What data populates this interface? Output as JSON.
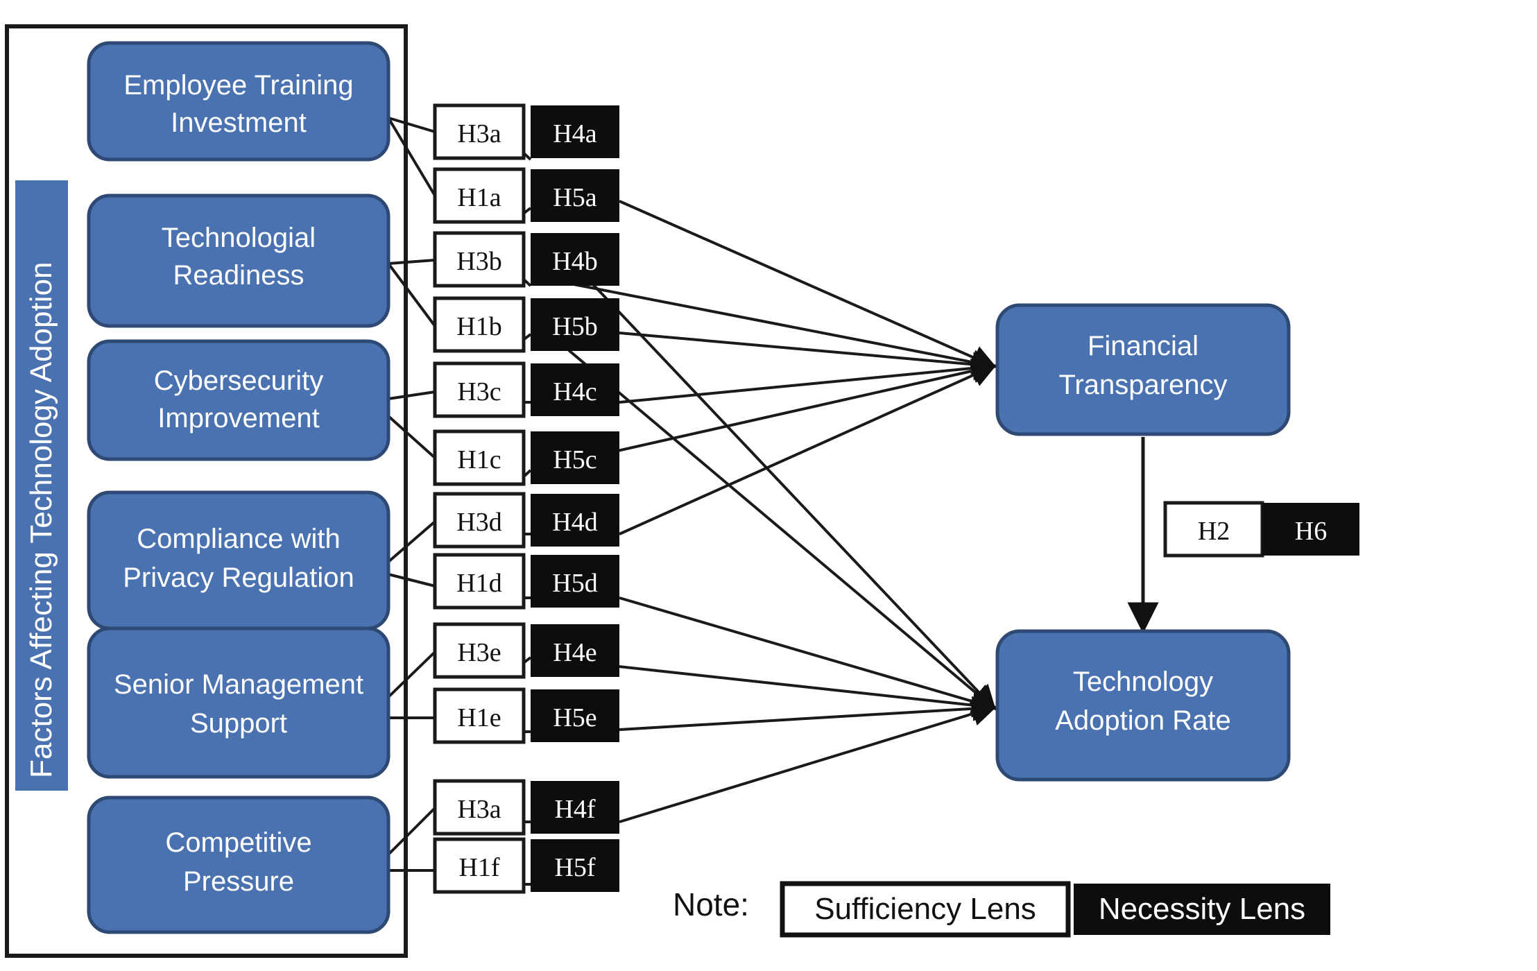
{
  "diagram": {
    "title": "",
    "colors": {
      "blue": "#4a72b0",
      "blue_stroke": "#2e4a74",
      "black": "#0d0d0d",
      "white": "#ffffff",
      "line": "#1a1a1a"
    },
    "group_banner": {
      "label": "Factors Affecting Technology Adoption"
    },
    "factors": [
      {
        "id": "employee-training-investment",
        "line1": "Employee Training",
        "line2": "Investment"
      },
      {
        "id": "technological-readiness",
        "line1": "Technologial",
        "line2": "Readiness"
      },
      {
        "id": "cybersecurity-improvement",
        "line1": "Cybersecurity",
        "line2": "Improvement"
      },
      {
        "id": "compliance-with-privacy-regulation",
        "line1": "Compliance with",
        "line2": "Privacy Regulation"
      },
      {
        "id": "senior-management-support",
        "line1": "Senior Management",
        "line2": "Support"
      },
      {
        "id": "competitive-pressure",
        "line1": "Competitive",
        "line2": "Pressure"
      }
    ],
    "outcomes": [
      {
        "id": "financial-transparency",
        "line1": "Financial",
        "line2": "Transparency"
      },
      {
        "id": "technology-adoption-rate",
        "line1": "Technology",
        "line2": "Adoption Rate"
      }
    ],
    "hypothesis_rows": [
      {
        "sufficiency": "H3a",
        "necessity": "H4a"
      },
      {
        "sufficiency": "H1a",
        "necessity": "H5a"
      },
      {
        "sufficiency": "H3b",
        "necessity": "H4b"
      },
      {
        "sufficiency": "H1b",
        "necessity": "H5b"
      },
      {
        "sufficiency": "H3c",
        "necessity": "H4c"
      },
      {
        "sufficiency": "H1c",
        "necessity": "H5c"
      },
      {
        "sufficiency": "H3d",
        "necessity": "H4d"
      },
      {
        "sufficiency": "H1d",
        "necessity": "H5d"
      },
      {
        "sufficiency": "H3e",
        "necessity": "H4e"
      },
      {
        "sufficiency": "H1e",
        "necessity": "H5e"
      },
      {
        "sufficiency": "H3a",
        "necessity": "H4f"
      },
      {
        "sufficiency": "H1f",
        "necessity": "H5f"
      }
    ],
    "mediator_pair": {
      "sufficiency": "H2",
      "necessity": "H6"
    },
    "legend": {
      "note_label": "Note:",
      "sufficiency_label": "Sufficiency Lens",
      "necessity_label": "Necessity Lens"
    }
  }
}
